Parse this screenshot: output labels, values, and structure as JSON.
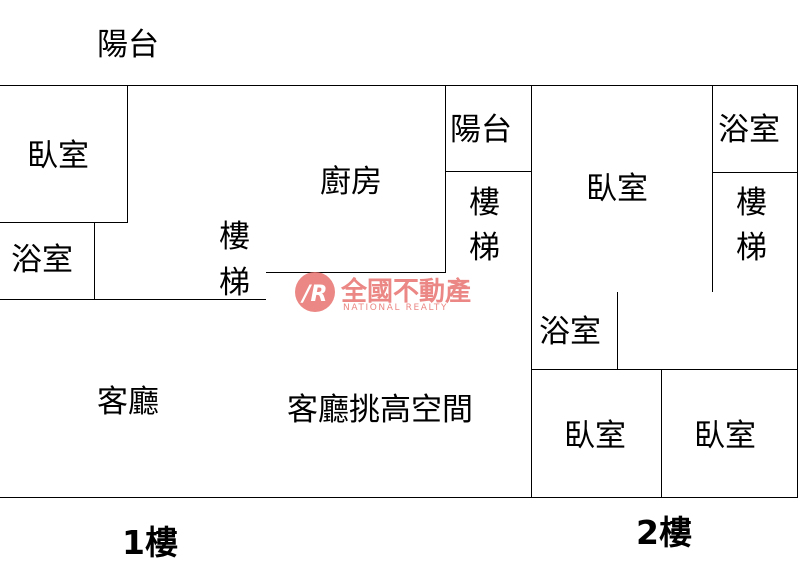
{
  "floorplan": {
    "floors": {
      "first": "1樓",
      "second": "2樓"
    },
    "first_floor": {
      "balcony_top": "陽台",
      "bedroom": "臥室",
      "bathroom": "浴室",
      "kitchen": "廚房",
      "stairs": [
        "樓",
        "梯"
      ],
      "balcony_small": "陽台",
      "stairs_right": [
        "樓",
        "梯"
      ],
      "living_room": "客廳",
      "living_void": "客廳挑高空間"
    },
    "second_floor": {
      "bedroom_main": "臥室",
      "bathroom_top": "浴室",
      "stairs": [
        "樓",
        "梯"
      ],
      "bathroom_mid": "浴室",
      "bedroom_left": "臥室",
      "bedroom_right": "臥室"
    }
  },
  "watermark": {
    "name": "全國不動產",
    "subtitle": "NATIONAL REALTY",
    "logo_icon": "nr-logo-icon",
    "color": "#e8736f"
  }
}
